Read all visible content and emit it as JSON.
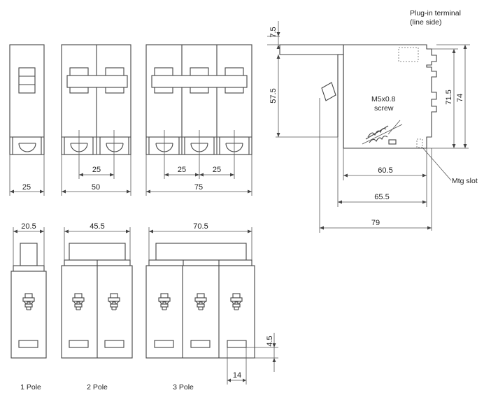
{
  "front_view": {
    "width_1pole": "25",
    "width_2pole": "50",
    "width_3pole": "75",
    "pitch_2pole": "25",
    "pitch_3pole_a": "25",
    "pitch_3pole_b": "25"
  },
  "bottom_view": {
    "width_1pole": "20.5",
    "width_2pole": "45.5",
    "width_3pole": "70.5",
    "slot_width": "14",
    "slot_height": "4.5",
    "label_1pole": "1 Pole",
    "label_2pole": "2 Pole",
    "label_3pole": "3 Pole"
  },
  "side_view": {
    "terminal_label_line1": "Plug-in terminal",
    "terminal_label_line2": "(line side)",
    "screw_label_line1": "M5x0.8",
    "screw_label_line2": "screw",
    "mtg_slot_label": "Mtg slot",
    "dim_top": "7.5",
    "dim_body": "57.5",
    "dim_inner_height": "71.5",
    "dim_total_height": "74",
    "dim_depth_a": "60.5",
    "dim_depth_b": "65.5",
    "dim_depth_total": "79"
  }
}
